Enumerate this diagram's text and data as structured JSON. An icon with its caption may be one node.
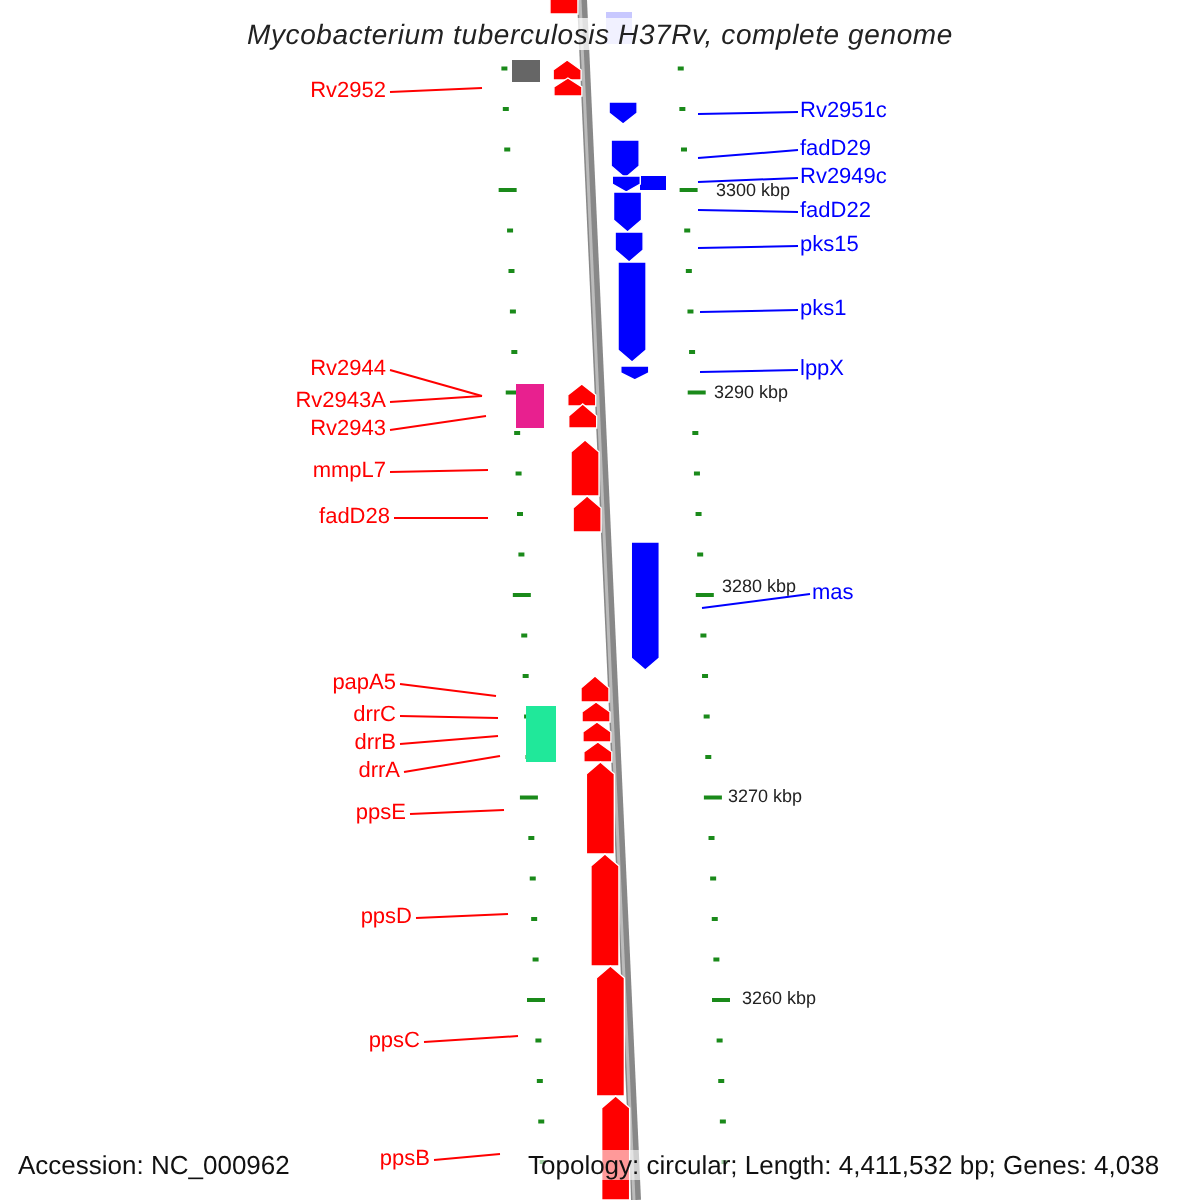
{
  "diagram": {
    "title": "Mycobacterium tuberculosis H37Rv, complete genome",
    "nodes": [
      {
        "text": [
          "Rv2952"
        ]
      },
      {
        "text": [
          "Rv2951c"
        ]
      },
      {
        "text": [
          "fadD29"
        ]
      },
      {
        "text": [
          "Rv2949c"
        ]
      },
      {
        "text": [
          "fadD22"
        ]
      },
      {
        "text": [
          "pks15"
        ]
      },
      {
        "text": [
          "pks1"
        ]
      },
      {
        "text": [
          "Rv2944"
        ]
      },
      {
        "text": [
          "lppX"
        ]
      },
      {
        "text": [
          "Rv2943A"
        ]
      },
      {
        "text": [
          "Rv2943"
        ]
      },
      {
        "text": [
          "mmpL7"
        ]
      },
      {
        "text": [
          "fadD28"
        ]
      },
      {
        "text": [
          "mas"
        ]
      },
      {
        "text": [
          "papA5"
        ]
      },
      {
        "text": [
          "drrC"
        ]
      },
      {
        "text": [
          "drrB"
        ]
      },
      {
        "text": [
          "drrA"
        ]
      },
      {
        "text": [
          "ppsE"
        ]
      },
      {
        "text": [
          "ppsD"
        ]
      },
      {
        "text": [
          "ppsC"
        ]
      },
      {
        "text": [
          "ppsB"
        ]
      }
    ],
    "edges": [
      {
        "from": 0,
        "to": null,
        "arrow": "none"
      },
      {
        "from": 1,
        "to": null,
        "arrow": "none",
        "color": "#0000ff"
      },
      {
        "from": 2,
        "to": null,
        "arrow": "none",
        "color": "#0000ff"
      },
      {
        "from": 3,
        "to": null,
        "arrow": "none",
        "color": "#0000ff"
      },
      {
        "from": 4,
        "to": null,
        "arrow": "none",
        "color": "#0000ff"
      },
      {
        "from": 5,
        "to": null,
        "arrow": "none",
        "color": "#0000ff"
      },
      {
        "from": 6,
        "to": null,
        "arrow": "none",
        "color": "#0000ff"
      },
      {
        "from": 7,
        "to": null,
        "arrow": "none"
      },
      {
        "from": 8,
        "to": null,
        "arrow": "none",
        "color": "#0000ff"
      },
      {
        "from": 9,
        "to": null,
        "arrow": "none"
      },
      {
        "from": 10,
        "to": null,
        "arrow": "none"
      },
      {
        "from": 11,
        "to": null,
        "arrow": "none"
      },
      {
        "from": 12,
        "to": null,
        "arrow": "none"
      },
      {
        "from": 13,
        "to": null,
        "arrow": "none",
        "color": "#0000ff"
      },
      {
        "from": 14,
        "to": null,
        "arrow": "none"
      },
      {
        "from": 15,
        "to": null,
        "arrow": "none"
      },
      {
        "from": 16,
        "to": null,
        "arrow": "none"
      },
      {
        "from": 17,
        "to": null,
        "arrow": "none"
      },
      {
        "from": 18,
        "to": null,
        "arrow": "none"
      },
      {
        "from": 19,
        "to": null,
        "arrow": "none"
      },
      {
        "from": 20,
        "to": null,
        "arrow": "none"
      },
      {
        "from": 21,
        "to": null,
        "arrow": "none"
      }
    ],
    "labels": [
      "3300 kbp",
      "3290 kbp",
      "3280 kbp",
      "3270 kbp",
      "3260 kbp",
      "Accession: NC_000962",
      "Topology: circular; Length: 4,411,532 bp; Genes: 4,038"
    ]
  }
}
